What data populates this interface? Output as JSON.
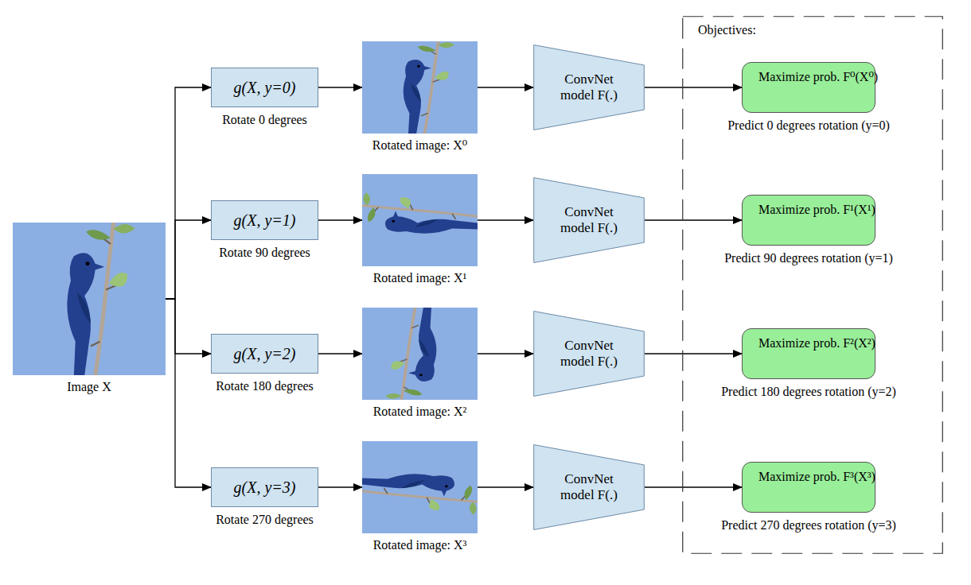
{
  "diagram": {
    "nodes": [
      {
        "text": [
          "Image X"
        ]
      },
      {
        "text": [
          "Objectives:"
        ]
      },
      {
        "text": [
          "g(X, y=0)",
          "Rotate 0 degrees"
        ]
      },
      {
        "text": [
          "Rotated image: X⁰"
        ]
      },
      {
        "text": [
          "ConvNet model F(.)"
        ]
      },
      {
        "text": [
          "Maximize prob. F⁰(X⁰)",
          "Predict 0 degrees rotation (y=0)"
        ],
        "in": 1
      },
      {
        "text": [
          "g(X, y=1)",
          "Rotate 90 degrees"
        ]
      },
      {
        "text": [
          "Rotated image: X¹"
        ]
      },
      {
        "text": [
          "ConvNet model F(.)"
        ]
      },
      {
        "text": [
          "Maximize prob. F¹(X¹)",
          "Predict 90 degrees rotation (y=1)"
        ],
        "in": 1
      },
      {
        "text": [
          "g(X, y=2)",
          "Rotate 180 degrees"
        ]
      },
      {
        "text": [
          "Rotated image: X²"
        ]
      },
      {
        "text": [
          "ConvNet model F(.)"
        ]
      },
      {
        "text": [
          "Maximize prob. F²(X²)",
          "Predict 180 degrees rotation (y=2)"
        ],
        "in": 1
      },
      {
        "text": [
          "g(X, y=3)",
          "Rotate 270 degrees"
        ]
      },
      {
        "text": [
          "Rotated image: X³"
        ]
      },
      {
        "text": [
          "ConvNet model F(.)"
        ]
      },
      {
        "text": [
          "Maximize prob. F³(X³)",
          "Predict 270 degrees rotation (y=3)"
        ],
        "in": 1
      }
    ],
    "edges": [
      {
        "from": 0,
        "to": 2,
        "arrow": "to"
      },
      {
        "from": 2,
        "to": 3,
        "arrow": "to"
      },
      {
        "from": 3,
        "to": 4,
        "arrow": "to"
      },
      {
        "from": 4,
        "to": 5,
        "arrow": "to"
      },
      {
        "from": 0,
        "to": 6,
        "arrow": "to"
      },
      {
        "from": 6,
        "to": 7,
        "arrow": "to"
      },
      {
        "from": 7,
        "to": 8,
        "arrow": "to"
      },
      {
        "from": 8,
        "to": 9,
        "arrow": "to"
      },
      {
        "from": 0,
        "to": 10,
        "arrow": "to"
      },
      {
        "from": 10,
        "to": 11,
        "arrow": "to"
      },
      {
        "from": 11,
        "to": 12,
        "arrow": "to"
      },
      {
        "from": 12,
        "to": 13,
        "arrow": "to"
      },
      {
        "from": 0,
        "to": 14,
        "arrow": "to"
      },
      {
        "from": 14,
        "to": 15,
        "arrow": "to"
      },
      {
        "from": 15,
        "to": 16,
        "arrow": "to"
      },
      {
        "from": 16,
        "to": 17,
        "arrow": "to"
      }
    ]
  }
}
